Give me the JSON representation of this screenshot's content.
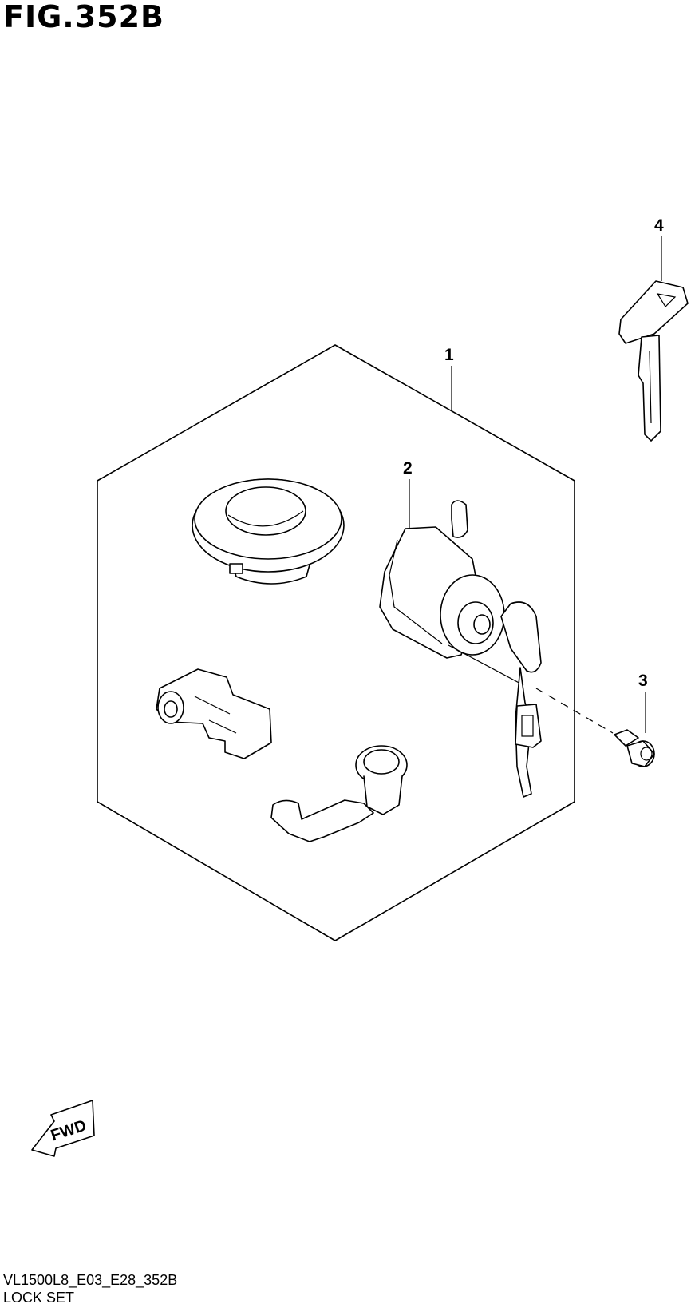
{
  "figure": {
    "title": "FIG.352B",
    "callouts": [
      {
        "id": "1"
      },
      {
        "id": "2"
      },
      {
        "id": "3"
      },
      {
        "id": "4"
      }
    ],
    "fwd_label": "FWD"
  },
  "footer": {
    "code": "VL1500L8_E03_E28_352B",
    "name": "LOCK SET"
  }
}
